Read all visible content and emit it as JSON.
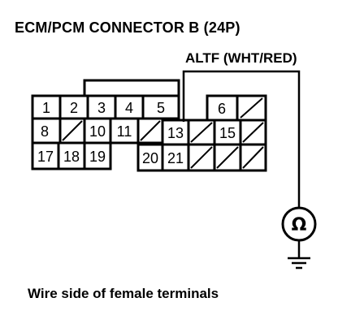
{
  "title": "ECM/PCM CONNECTOR B (24P)",
  "wire_label": "ALTF (WHT/RED)",
  "caption": "Wire side of female terminals",
  "meter_symbol": "Ω",
  "meter_icon": "ohmmeter-icon",
  "ground_icon": "ground-icon",
  "connector": {
    "rows": [
      [
        "1",
        "2",
        "3",
        "4",
        "5",
        "",
        "6",
        "/"
      ],
      [
        "8",
        "/",
        "10",
        "11",
        "/",
        "13",
        "/",
        "15",
        "/"
      ],
      [
        "17",
        "18",
        "19",
        "",
        "20",
        "21",
        "/",
        "/",
        "/"
      ]
    ],
    "probed_terminal": "13"
  }
}
